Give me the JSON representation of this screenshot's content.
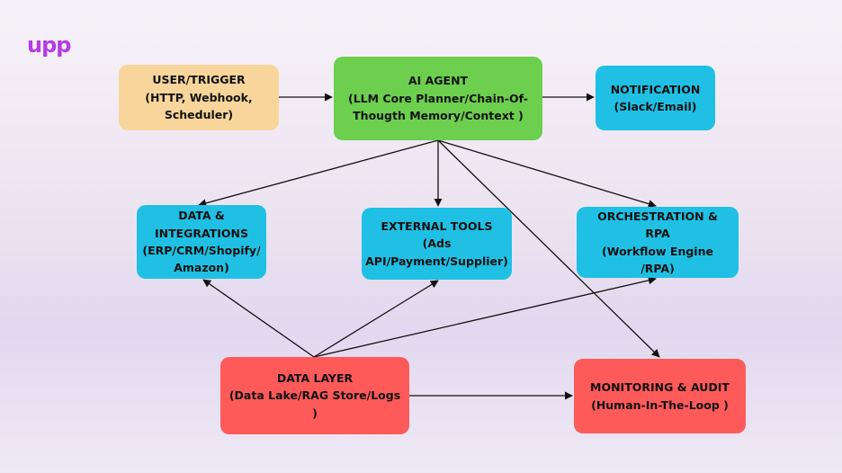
{
  "brand": {
    "logo_text": "upp",
    "accent": "#b43ce6"
  },
  "colors": {
    "trigger": "#f8d59a",
    "agent": "#6ccf4e",
    "service": "#1fc0e4",
    "infrastructure": "#ff5a5a",
    "edge": "#111111"
  },
  "nodes": {
    "user_trigger": {
      "lines": [
        "USER/TRIGGER",
        "(HTTP, Webhook,",
        "Scheduler)"
      ]
    },
    "ai_agent": {
      "lines": [
        "AI AGENT",
        "(LLM Core Planner/Chain-Of-",
        "Thougth Memory/Context )"
      ]
    },
    "notification": {
      "lines": [
        "NOTIFICATION",
        "(Slack/Email)"
      ]
    },
    "data_integrations": {
      "lines": [
        "DATA &",
        "INTEGRATIONS",
        "(ERP/CRM/Shopify/",
        "Amazon)"
      ]
    },
    "external_tools": {
      "lines": [
        "EXTERNAL TOOLS",
        "(Ads",
        "API/Payment/Supplier)"
      ]
    },
    "orchestration_rpa": {
      "lines": [
        "ORCHESTRATION & RPA",
        "(Workflow Engine /RPA)"
      ]
    },
    "data_layer": {
      "lines": [
        "DATA LAYER",
        "(Data Lake/RAG Store/Logs )"
      ]
    },
    "monitoring_audit": {
      "lines": [
        "MONITORING & AUDIT",
        "(Human-In-The-Loop )"
      ]
    }
  },
  "edges": [
    {
      "from": "user_trigger",
      "to": "ai_agent"
    },
    {
      "from": "ai_agent",
      "to": "notification"
    },
    {
      "from": "ai_agent",
      "to": "data_integrations"
    },
    {
      "from": "ai_agent",
      "to": "external_tools"
    },
    {
      "from": "ai_agent",
      "to": "orchestration_rpa"
    },
    {
      "from": "ai_agent",
      "to": "monitoring_audit"
    },
    {
      "from": "data_layer",
      "to": "data_integrations"
    },
    {
      "from": "data_layer",
      "to": "external_tools"
    },
    {
      "from": "data_layer",
      "to": "orchestration_rpa"
    },
    {
      "from": "data_layer",
      "to": "monitoring_audit"
    }
  ]
}
